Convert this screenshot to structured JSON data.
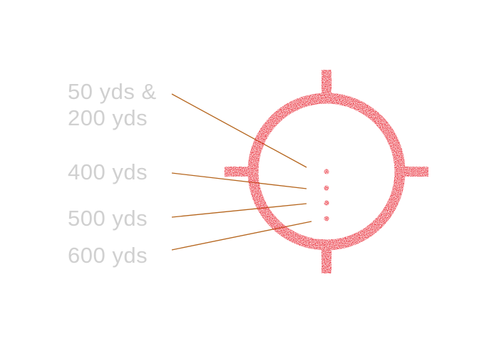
{
  "labels": {
    "l50_line1": "50 yds &",
    "l50_line2": "200 yds",
    "l400": "400 yds",
    "l500": "500 yds",
    "l600": "600 yds"
  },
  "colors": {
    "reticle": "#e8232f",
    "leader": "#b5651d",
    "label_text": "#d0d0d0"
  }
}
